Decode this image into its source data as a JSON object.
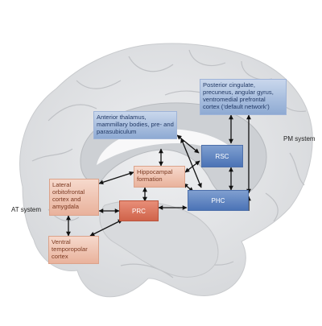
{
  "diagram": {
    "nodes": {
      "pcc": "Posterior cingulate, precuneus, angular gyrus, ventromedial prefrontal cortex (‘default network’)",
      "anterior_thalamus": "Anterior thalamus, mammillary bodies, pre- and parasubiculum",
      "rsc": "RSC",
      "hippocampal": "Hippocampal formation",
      "phc": "PHC",
      "lateral_ofc": "Lateral orbitofrontal cortex and amygdala",
      "prc": "PRC",
      "ventral_temporopolar": "Ventral temporopolar cortex"
    },
    "labels": {
      "pm_system": "PM system",
      "at_system": "AT system"
    },
    "colors": {
      "pm_blue": "#5b7fbf",
      "at_red": "#d0634a",
      "brain_fill": "#e4e5e7",
      "arrow": "#111111"
    }
  }
}
